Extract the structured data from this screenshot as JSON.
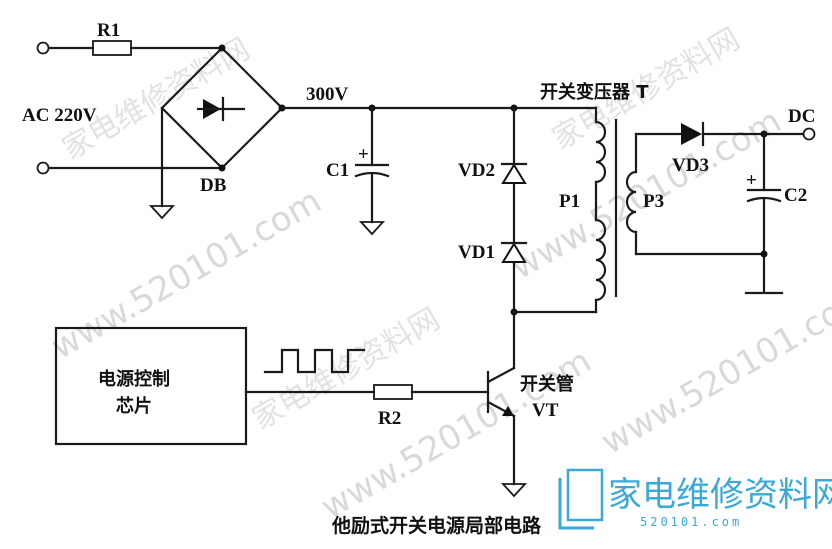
{
  "labels": {
    "r1": "R1",
    "ac_input": "AC 220V",
    "bridge": "DB",
    "v300": "300V",
    "c1": "C1",
    "transformer": "开关变压器 T",
    "dc": "DC",
    "vd3": "VD3",
    "vd2": "VD2",
    "vd1": "VD1",
    "p1": "P1",
    "p3": "P3",
    "c2": "C2",
    "chip_line1": "电源控制",
    "chip_line2": "芯片",
    "r2": "R2",
    "switch_name": "开关管",
    "switch_ref": "VT",
    "plus": "+"
  },
  "caption": "他励式开关电源局部电路",
  "logo": {
    "name": "家电维修资料网",
    "url": "520101.com"
  },
  "watermark": {
    "url": "www.520101.com",
    "name": "家电维修资料网"
  }
}
